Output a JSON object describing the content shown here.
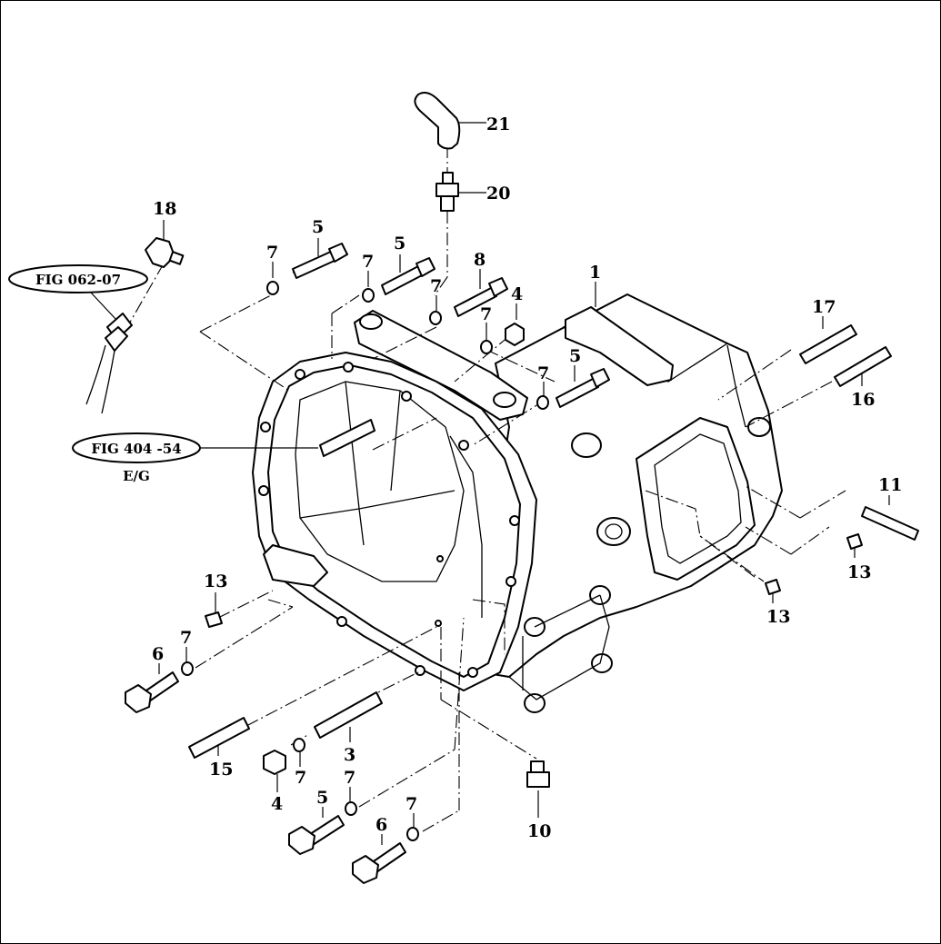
{
  "callouts": [
    {
      "id": "c21",
      "text": "21"
    },
    {
      "id": "c20",
      "text": "20"
    },
    {
      "id": "c18",
      "text": "18"
    },
    {
      "id": "c5a",
      "text": "5"
    },
    {
      "id": "c5b",
      "text": "5"
    },
    {
      "id": "c5c",
      "text": "5"
    },
    {
      "id": "c5d",
      "text": "5"
    },
    {
      "id": "c7a",
      "text": "7"
    },
    {
      "id": "c7b",
      "text": "7"
    },
    {
      "id": "c7c",
      "text": "7"
    },
    {
      "id": "c7d",
      "text": "7"
    },
    {
      "id": "c7e",
      "text": "7"
    },
    {
      "id": "c7f",
      "text": "7"
    },
    {
      "id": "c7g",
      "text": "7"
    },
    {
      "id": "c7h",
      "text": "7"
    },
    {
      "id": "c7i",
      "text": "7"
    },
    {
      "id": "c8",
      "text": "8"
    },
    {
      "id": "c4a",
      "text": "4"
    },
    {
      "id": "c4b",
      "text": "4"
    },
    {
      "id": "c1",
      "text": "1"
    },
    {
      "id": "c17",
      "text": "17"
    },
    {
      "id": "c16",
      "text": "16"
    },
    {
      "id": "c11",
      "text": "11"
    },
    {
      "id": "c13a",
      "text": "13"
    },
    {
      "id": "c13b",
      "text": "13"
    },
    {
      "id": "c13c",
      "text": "13"
    },
    {
      "id": "c6a",
      "text": "6"
    },
    {
      "id": "c6b",
      "text": "6"
    },
    {
      "id": "c15",
      "text": "15"
    },
    {
      "id": "c3",
      "text": "3"
    },
    {
      "id": "c10",
      "text": "10"
    }
  ],
  "references": {
    "fig_062": "FIG 062-07",
    "fig_404": "FIG 404  -54",
    "eg_label": "E/G"
  }
}
